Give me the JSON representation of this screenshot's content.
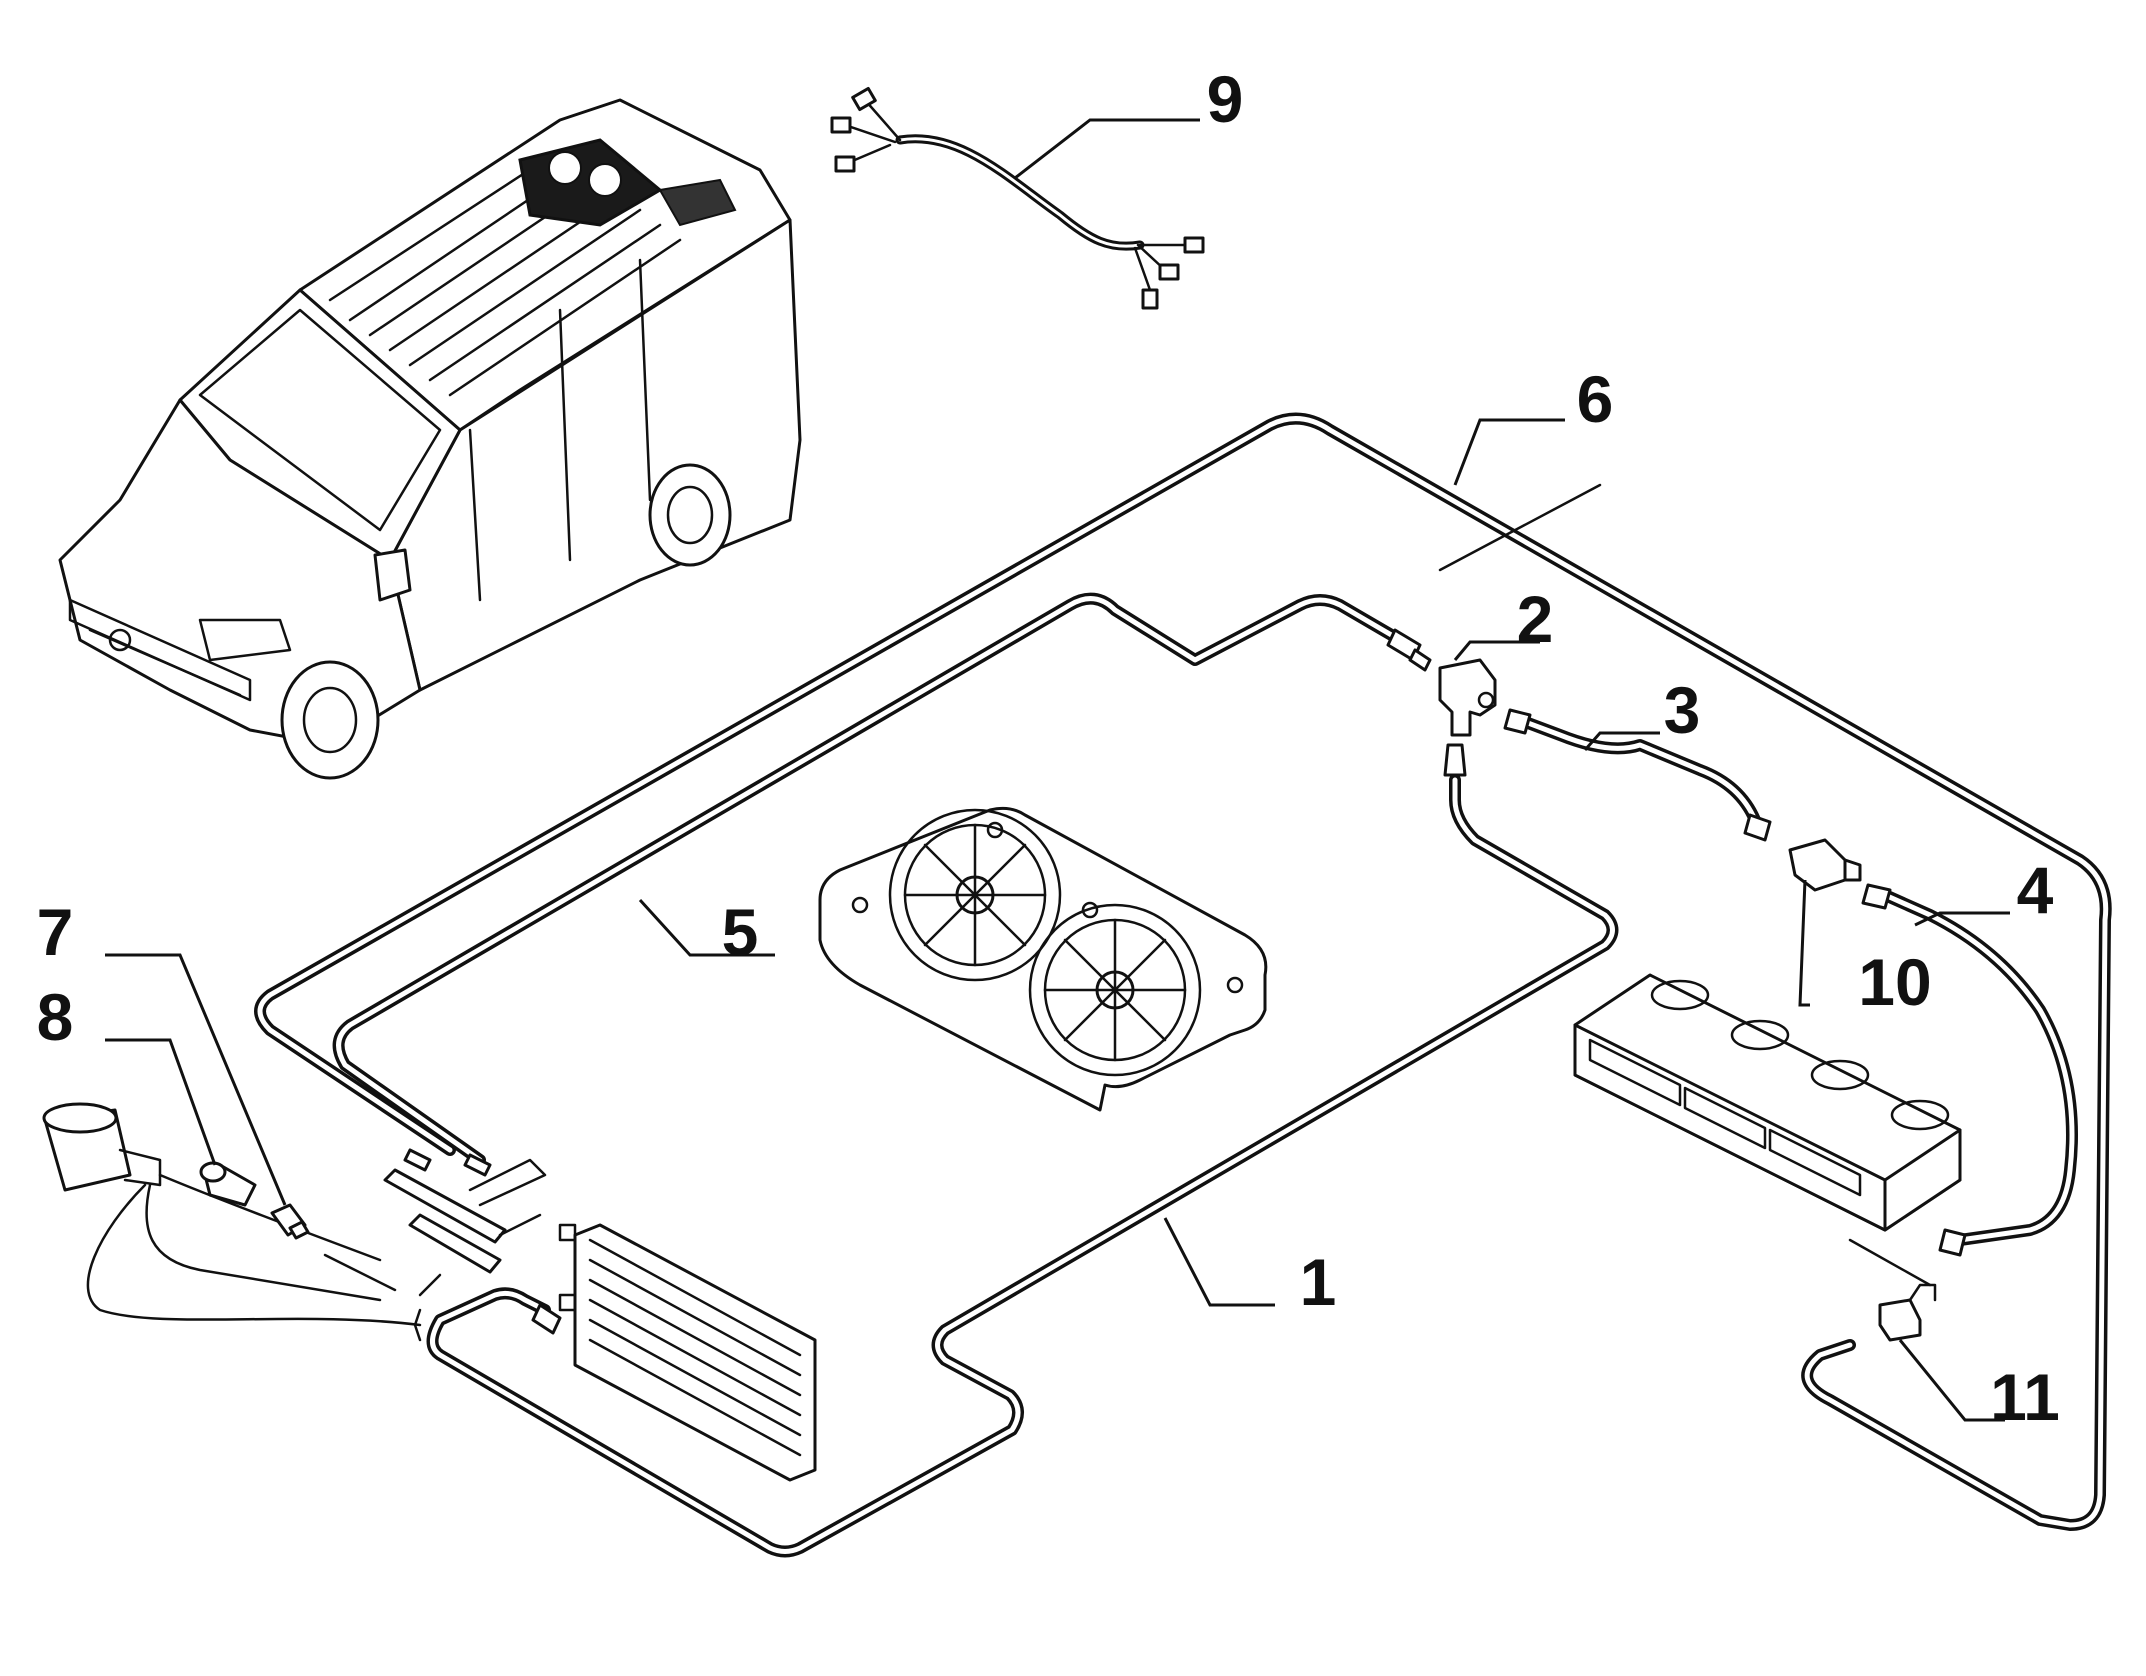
{
  "callouts": [
    {
      "id": "1",
      "part": "hose"
    },
    {
      "id": "2",
      "part": "tee-fitting"
    },
    {
      "id": "3",
      "part": "hose"
    },
    {
      "id": "4",
      "part": "hose"
    },
    {
      "id": "5",
      "part": "hose"
    },
    {
      "id": "6",
      "part": "hose"
    },
    {
      "id": "7",
      "part": "fitting"
    },
    {
      "id": "8",
      "part": "cap"
    },
    {
      "id": "9",
      "part": "wiring-harness"
    },
    {
      "id": "10",
      "part": "pressure-switch"
    },
    {
      "id": "11",
      "part": "pressure-switch"
    }
  ],
  "colors": {
    "line": "#111111",
    "background": "#ffffff",
    "roof_unit": "#1a1a1a"
  }
}
